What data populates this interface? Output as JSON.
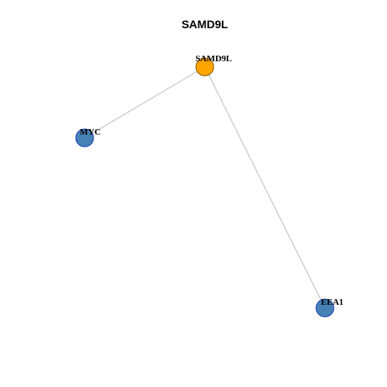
{
  "title": "SAMD9L",
  "nodes": [
    {
      "id": "samd9l",
      "label": "SAMD9L",
      "role": "center",
      "color": "#FFA500",
      "stroke": "#8a5a00"
    },
    {
      "id": "myc",
      "label": "MYC",
      "role": "neighbor",
      "color": "#4682B4",
      "stroke": "#1f3fbf"
    },
    {
      "id": "eea1",
      "label": "EEA1",
      "role": "neighbor",
      "color": "#4682B4",
      "stroke": "#1f3fbf"
    }
  ],
  "edges": [
    {
      "source": "samd9l",
      "target": "myc"
    },
    {
      "source": "samd9l",
      "target": "eea1"
    }
  ]
}
